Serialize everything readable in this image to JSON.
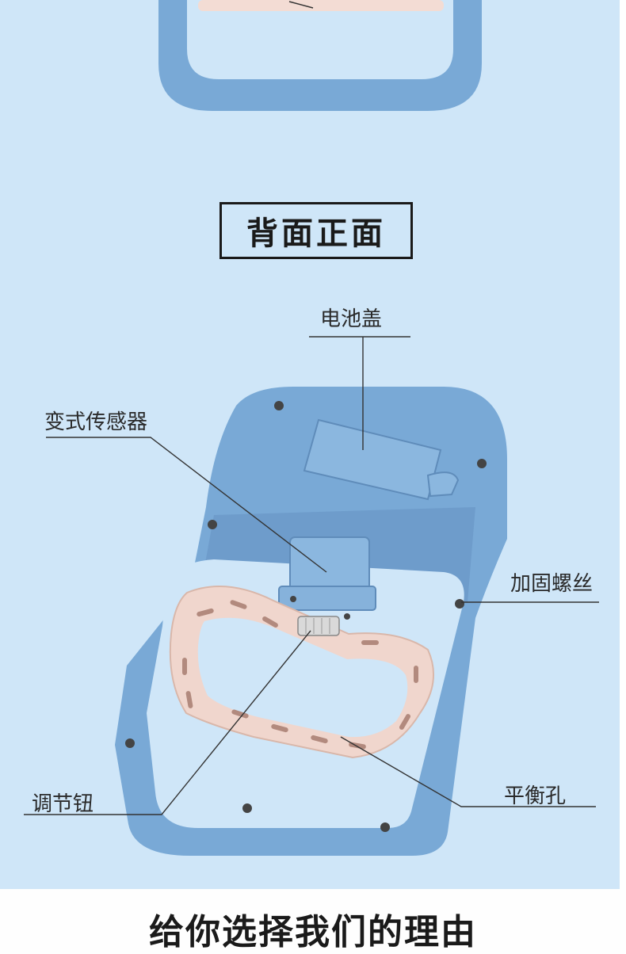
{
  "section_title": "背面正面",
  "labels": {
    "battery_cover": "电池盖",
    "strain_sensor": "变式传感器",
    "reinforcing_screw": "加固螺丝",
    "adjust_knob": "调节钮",
    "balance_hole": "平衡孔"
  },
  "footer_heading": "给你选择我们的理由",
  "colors": {
    "background": "#cfe6f8",
    "device_body": "#79a9d6",
    "handle": "#f0d6cd"
  }
}
